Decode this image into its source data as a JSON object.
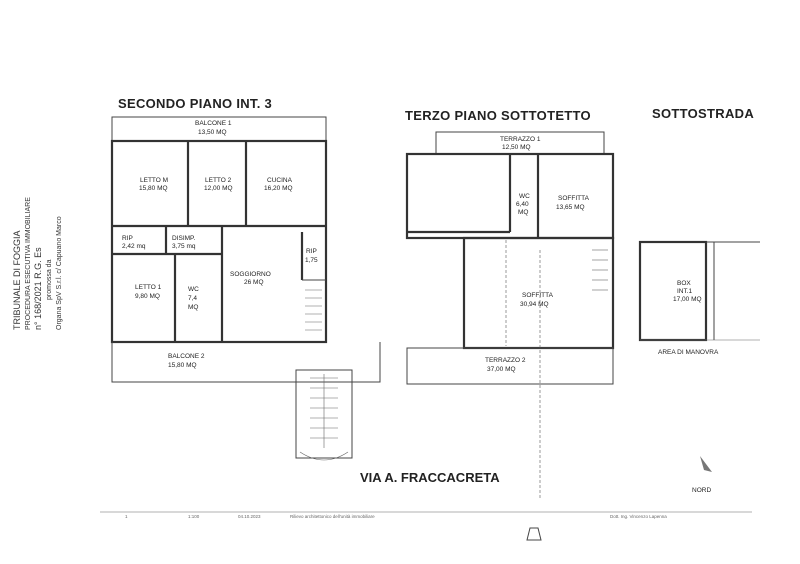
{
  "stamp": {
    "line1": "TRIBUNALE DI FOGGIA",
    "line2": "PROCEDURA ESECUTIVA IMMOBILIARE",
    "line3": "n° 168/2021 R.G. Es",
    "line4": "promossa da",
    "line5": "Organa SpV S.r.l. c/ Capuano Marco"
  },
  "second_floor": {
    "title": "SECONDO PIANO  INT. 3",
    "balcony1": {
      "name": "BALCONE 1",
      "area": "13,50 MQ"
    },
    "letto_m": {
      "name": "LETTO M",
      "area": "15,80 MQ"
    },
    "letto_2": {
      "name": "LETTO 2",
      "area": "12,00 MQ"
    },
    "cucina": {
      "name": "CUCINA",
      "area": "16,20 MQ"
    },
    "rip1": {
      "name": "RIP",
      "area": "2,42 mq"
    },
    "disimp": {
      "name": "DISIMP.",
      "area": "3,75 mq"
    },
    "rip2": {
      "name": "RIP",
      "area": "1,75"
    },
    "letto_1": {
      "name": "LETTO 1",
      "area": "9,80 MQ"
    },
    "wc": {
      "name": "WC",
      "area_a": "7,4",
      "area_b": "MQ"
    },
    "soggiorno": {
      "name": "SOGGIORNO",
      "area": "26 MQ"
    },
    "balcony2": {
      "name": "BALCONE 2",
      "area": "15,80 MQ"
    }
  },
  "third_floor": {
    "title": "TERZO PIANO  SOTTOTETTO",
    "terrazzo1": {
      "name": "TERRAZZO 1",
      "area": "12,50 MQ"
    },
    "wc": {
      "name": "WC",
      "area": "6,40",
      "unit": "MQ"
    },
    "soffitta1": {
      "name": "SOFFITTA",
      "area": "13,65 MQ"
    },
    "soffitta2": {
      "name": "SOFFITTA",
      "area": "30,94 MQ"
    },
    "terrazzo2": {
      "name": "TERRAZZO 2",
      "area": "37,00 MQ"
    }
  },
  "basement": {
    "title": "SOTTOSTRADA",
    "box": {
      "name": "BOX",
      "int": "INT.1",
      "area": "17,00 MQ"
    },
    "manovra": "AREA DI MANOVRA"
  },
  "street": "VIA A. FRACCACRETA",
  "north": "NORD",
  "footer": {
    "page": "1",
    "scale": "1:100",
    "date": "04.10.2023",
    "desc": "Rilievo architettonico dell'unità immobiliare",
    "author": "Dott. Ing. Vincenzo Lapenna"
  },
  "colors": {
    "ink": "#333333",
    "paper": "#ffffff",
    "north": "#777777"
  }
}
